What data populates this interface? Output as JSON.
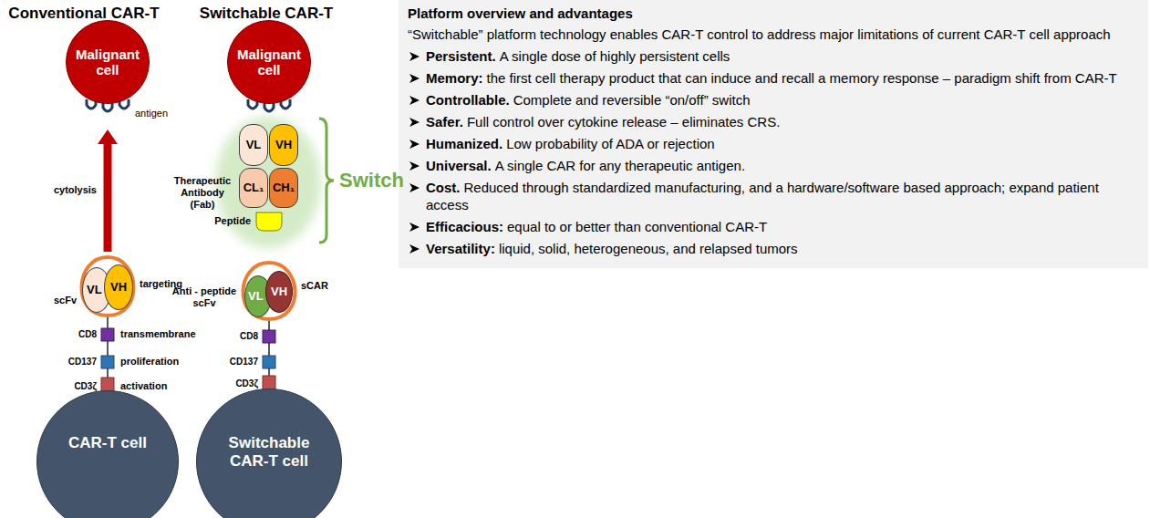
{
  "diagram": {
    "nodes": [
      {
        "text": [
          "Malignant cell"
        ]
      },
      {
        "text": [
          "VL"
        ]
      },
      {
        "text": [
          "VH"
        ]
      },
      {
        "text": [
          "CAR-T cell"
        ]
      },
      {
        "text": [
          "Malignant cell"
        ]
      },
      {
        "text": [
          "VL"
        ]
      },
      {
        "text": [
          "VH"
        ]
      },
      {
        "text": [
          "CL₁"
        ]
      },
      {
        "text": [
          "CH₁"
        ]
      },
      {
        "text": [
          "VL"
        ]
      },
      {
        "text": [
          "VH"
        ]
      },
      {
        "text": [
          "Switchable CAR-T cell"
        ]
      },
      {
        "text": [
          "Platform overview and advantages",
          "“Switchable” platform technology enables CAR-T control to address major limitations of current CAR-T cell approach",
          "Persistent.",
          "A single dose of highly persistent cells",
          "Memory:",
          "the first cell therapy product that can induce and recall a memory response – paradigm shift from CAR-T",
          "Controllable.",
          "Complete and reversible “on/off” switch",
          "Safer.",
          "Full control over cytokine release – eliminates CRS.",
          "Humanized.",
          "Low probability of ADA or rejection",
          "Universal.",
          "A single CAR for any therapeutic antigen.",
          "Cost.",
          "Reduced through standardized manufacturing, and a hardware/software based approach; expand patient access",
          "Efficacious:",
          "equal to or better than conventional CAR-T",
          "Versatility:",
          "liquid, solid, heterogeneous, and relapsed tumors"
        ]
      }
    ],
    "edges": [
      {
        "from": 1,
        "to": 0,
        "arrow": "to",
        "label": "cytolysis"
      }
    ],
    "labels": [
      "Conventional CAR-T",
      "Switchable CAR-T",
      "antigen",
      "scFv",
      "targeting",
      "CD8",
      "transmembrane",
      "CD137",
      "proliferation",
      "CD3ζ",
      "activation",
      "Therapeutic Antibody (Fab)",
      "Peptide",
      "Switch",
      "Anti - peptide scFv",
      "sCAR",
      "CD8",
      "CD137",
      "CD3ζ"
    ]
  }
}
